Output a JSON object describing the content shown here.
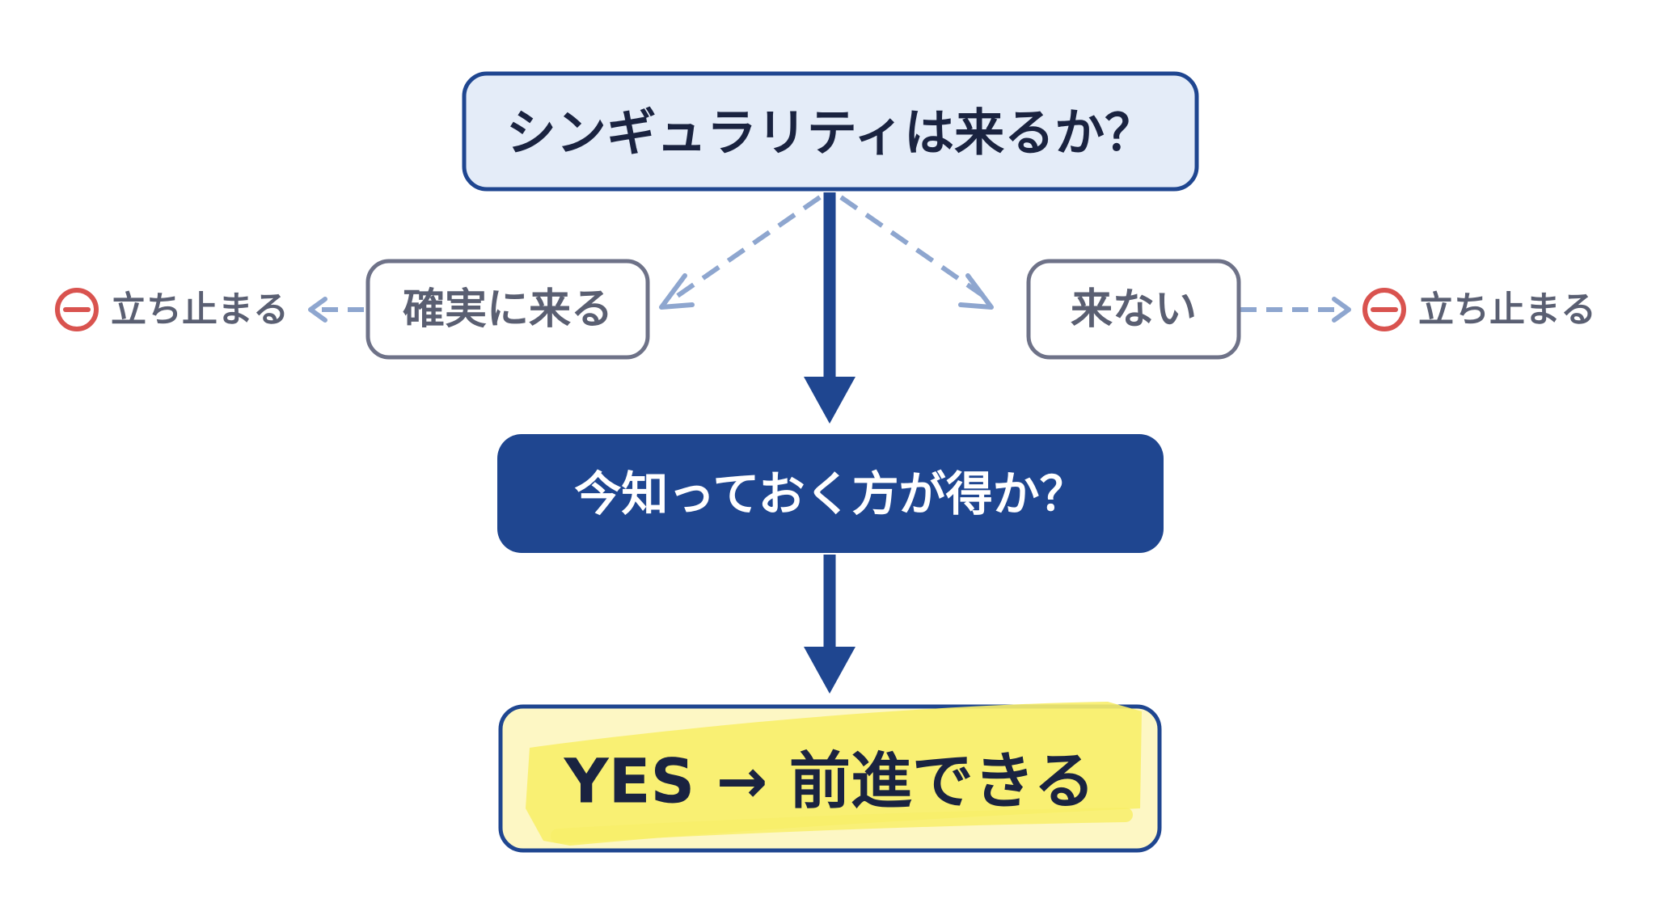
{
  "nodes": {
    "question": "シンギュラリティは来るか？",
    "certain": "確実に来る",
    "not_coming": "来ない",
    "benefit": "今知っておく方が得か？",
    "result": "YES → 前進できる"
  },
  "stops": {
    "left": "立ち止まる",
    "right": "立ち止まる"
  },
  "colors": {
    "navy": "#1f4690",
    "text_dark": "#1a2340",
    "question_fill": "#e4ecf8",
    "gray_border": "#6e7288",
    "gray_text": "#5a5f72",
    "dashed": "#8ea6cf",
    "stop_red": "#d9534f",
    "highlight": "#f8ee6a",
    "result_fill": "#fdf7c4"
  }
}
